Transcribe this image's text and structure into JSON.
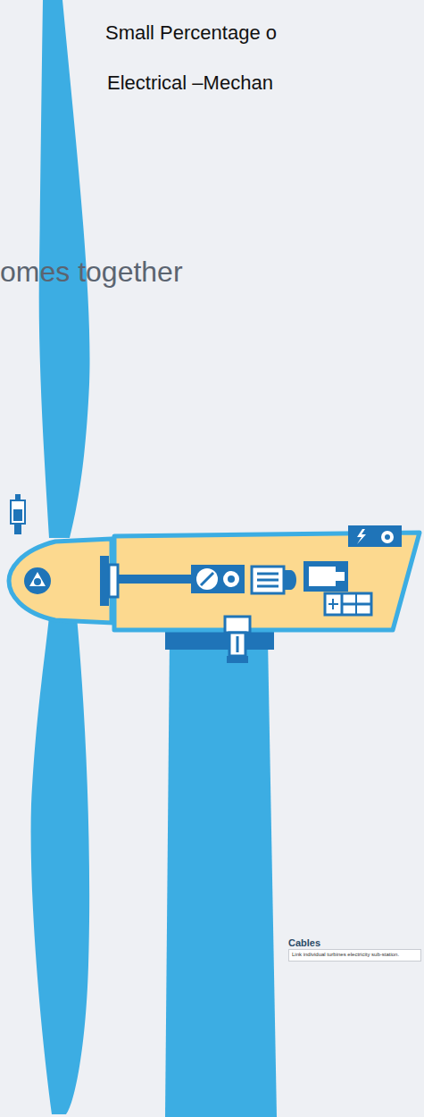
{
  "diagram": {
    "nodes": [
      {
        "text": [
          "Cables",
          "Link individual turbines electricity sub-station."
        ]
      }
    ],
    "labels": [
      "Small Percentage o",
      "Electrical –Mechan",
      "omes together"
    ]
  }
}
